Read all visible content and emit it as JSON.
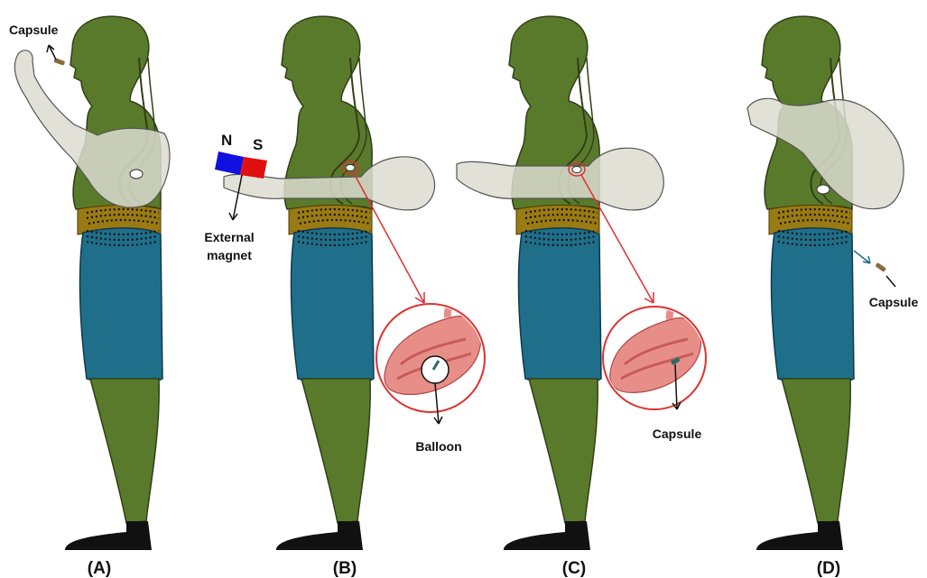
{
  "figure": {
    "panels": [
      {
        "label": "(A)",
        "annotation": "Capsule"
      },
      {
        "label": "(B)",
        "annotation": "Balloon",
        "magnet": {
          "north": "N",
          "south": "S",
          "label_line1": "External",
          "label_line2": "magnet"
        }
      },
      {
        "label": "(C)",
        "annotation": "Capsule"
      },
      {
        "label": "(D)",
        "annotation": "Capsule"
      }
    ]
  },
  "colors": {
    "body": "#5a7a2b",
    "body_outline": "#2f3f17",
    "legs": "#1f6f8b",
    "waist": "#9a7a12",
    "arm": "#dcdcd0",
    "foot": "#111111",
    "zoom": "#e03030",
    "stomach": "#e88e88",
    "magnet_n": "#1010e0",
    "magnet_s": "#e01010"
  }
}
